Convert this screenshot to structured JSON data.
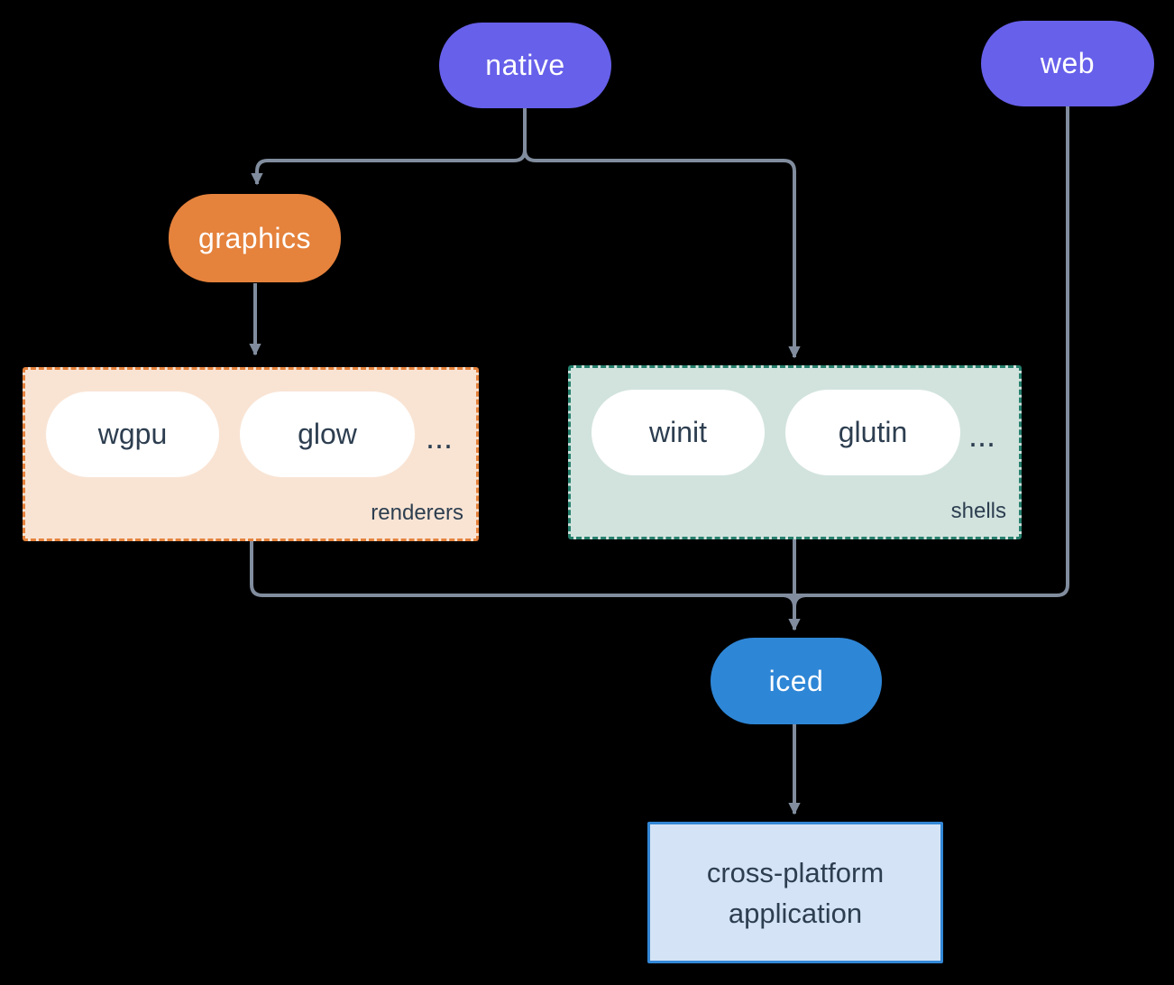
{
  "background_color": "#000000",
  "connector_color": "#818d9e",
  "nodes": {
    "native": {
      "label": "native",
      "fill": "#6760ea",
      "text_color": "#ffffff"
    },
    "web": {
      "label": "web",
      "fill": "#6760ea",
      "text_color": "#ffffff"
    },
    "graphics": {
      "label": "graphics",
      "fill": "#e5823c",
      "text_color": "#ffffff"
    },
    "iced": {
      "label": "iced",
      "fill": "#2e86d6",
      "text_color": "#ffffff"
    },
    "application": {
      "line1": "cross-platform",
      "line2": "application",
      "fill": "#d4e4f6",
      "border": "#3387d6",
      "text_color": "#2d3e50"
    }
  },
  "groups": {
    "renderers": {
      "label": "renderers",
      "items": [
        "wgpu",
        "glow"
      ],
      "ellipsis": "...",
      "fill": "#f9e4d4",
      "border": "#e5823c"
    },
    "shells": {
      "label": "shells",
      "items": [
        "winit",
        "glutin"
      ],
      "ellipsis": "...",
      "fill": "#d2e3de",
      "border": "#26806d"
    }
  },
  "item_pill": {
    "fill": "#ffffff",
    "text_color": "#2d3e50"
  }
}
